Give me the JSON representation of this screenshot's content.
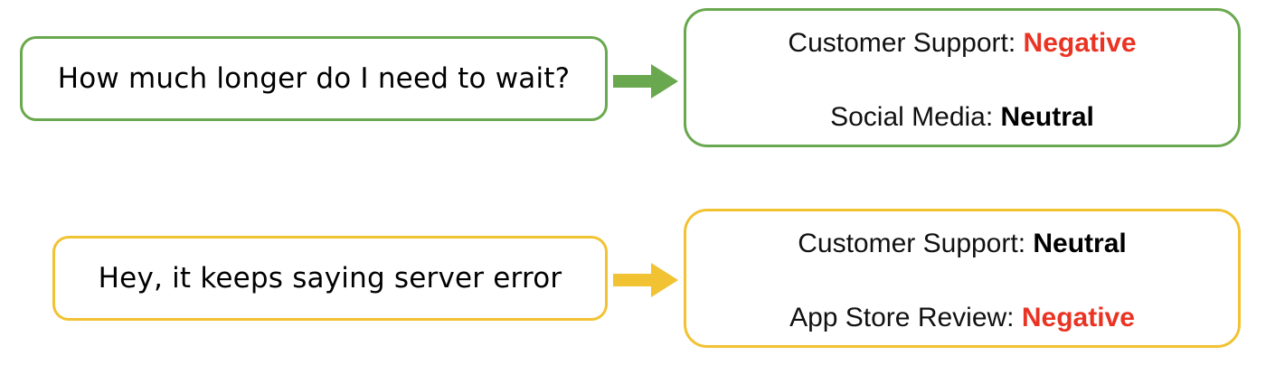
{
  "colors": {
    "green": "#6aa84f",
    "yellow": "#f1c232",
    "negative": "#ea3323",
    "neutral": "#000000"
  },
  "rows": [
    {
      "theme": "green",
      "input": "How much longer do I need to wait?",
      "outputs": [
        {
          "label": "Customer Support: ",
          "value": "Negative",
          "sentiment": "negative"
        },
        {
          "label": "Social Media: ",
          "value": "Neutral",
          "sentiment": "neutral"
        }
      ]
    },
    {
      "theme": "yellow",
      "input": "Hey, it keeps saying server error",
      "outputs": [
        {
          "label": "Customer Support: ",
          "value": "Neutral",
          "sentiment": "neutral"
        },
        {
          "label": "App Store Review: ",
          "value": "Negative",
          "sentiment": "negative"
        }
      ]
    }
  ]
}
